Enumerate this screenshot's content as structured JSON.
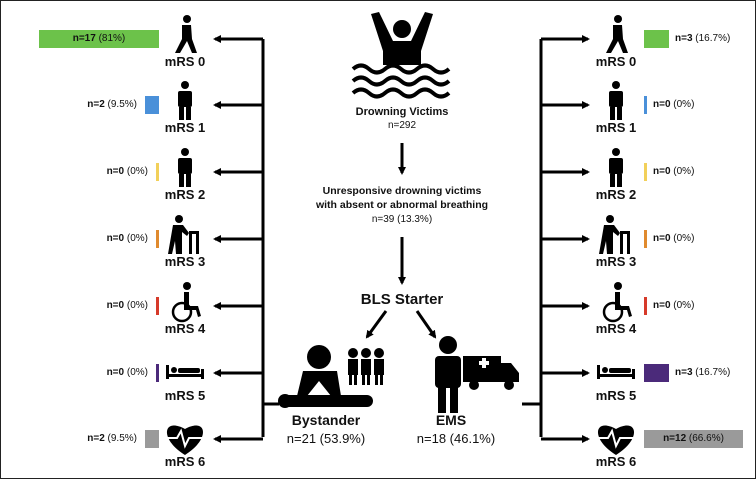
{
  "victims": {
    "title": "Drowning Victims",
    "n": "n=292"
  },
  "unresponsive": {
    "line1": "Unresponsive drowning victims",
    "line2": "with absent or abnormal breathing",
    "n": "n=39 (13.3%)"
  },
  "bls_title": "BLS Starter",
  "bystander": {
    "label": "Bystander",
    "n": "n=21 (53.9%)"
  },
  "ems": {
    "label": "EMS",
    "n": "n=18 (46.1%)"
  },
  "mrs_labels": [
    "mRS 0",
    "mRS 1",
    "mRS 2",
    "mRS 3",
    "mRS 4",
    "mRS 5",
    "mRS 6"
  ],
  "left_counts": [
    {
      "n": "n=17",
      "pct": "(81%)",
      "fraction": 0.81,
      "color": "#6cc24a"
    },
    {
      "n": "n=2",
      "pct": "(9.5%)",
      "fraction": 0.095,
      "color": "#4a90d9"
    },
    {
      "n": "n=0",
      "pct": "(0%)",
      "fraction": 0,
      "color": "#f2d05a"
    },
    {
      "n": "n=0",
      "pct": "(0%)",
      "fraction": 0,
      "color": "#e08a2e"
    },
    {
      "n": "n=0",
      "pct": "(0%)",
      "fraction": 0,
      "color": "#d63a2a"
    },
    {
      "n": "n=0",
      "pct": "(0%)",
      "fraction": 0,
      "color": "#4b2a7a"
    },
    {
      "n": "n=2",
      "pct": "(9.5%)",
      "fraction": 0.095,
      "color": "#9a9a9a"
    }
  ],
  "right_counts": [
    {
      "n": "n=3",
      "pct": "(16.7%)",
      "fraction": 0.167,
      "color": "#6cc24a"
    },
    {
      "n": "n=0",
      "pct": "(0%)",
      "fraction": 0,
      "color": "#4a90d9"
    },
    {
      "n": "n=0",
      "pct": "(0%)",
      "fraction": 0,
      "color": "#f2d05a"
    },
    {
      "n": "n=0",
      "pct": "(0%)",
      "fraction": 0,
      "color": "#e08a2e"
    },
    {
      "n": "n=0",
      "pct": "(0%)",
      "fraction": 0,
      "color": "#d63a2a"
    },
    {
      "n": "n=3",
      "pct": "(16.7%)",
      "fraction": 0.167,
      "color": "#4b2a7a"
    },
    {
      "n": "n=12",
      "pct": "(66.6%)",
      "fraction": 0.666,
      "color": "#9a9a9a"
    }
  ],
  "icons": [
    "walking-person-icon",
    "standing-person-icon",
    "standing-person-icon",
    "walker-person-icon",
    "wheelchair-icon",
    "bed-icon",
    "heart-ecg-icon"
  ]
}
